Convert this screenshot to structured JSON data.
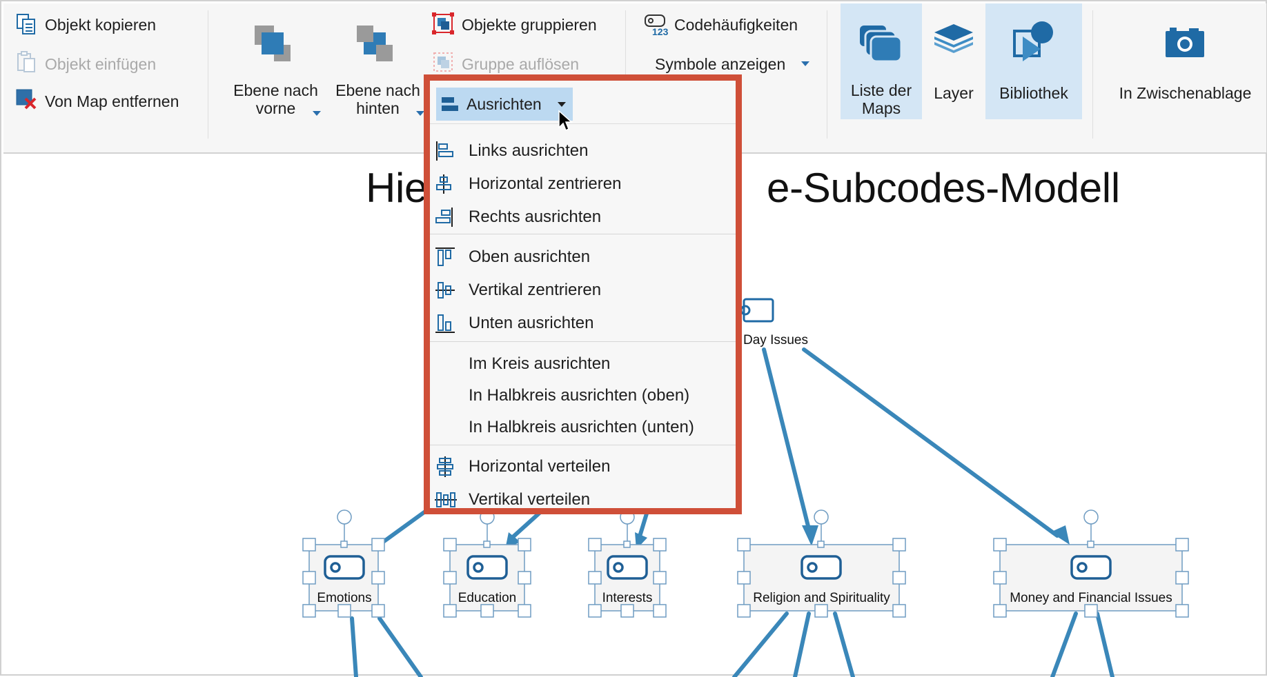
{
  "ribbon": {
    "clipboard": {
      "copy": "Objekt kopieren",
      "paste": "Objekt einfügen",
      "remove": "Von Map entfernen"
    },
    "arrange": {
      "forward_line1": "Ebene nach",
      "forward_line2": "vorne",
      "backward_line1": "Ebene nach",
      "backward_line2": "hinten",
      "group": "Objekte gruppieren",
      "ungroup": "Gruppe auflösen"
    },
    "view": {
      "code_frequencies": "Codehäufigkeiten",
      "show_symbols": "Symbole anzeigen"
    },
    "panels": {
      "maps_line1": "Liste der",
      "maps_line2": "Maps",
      "layer": "Layer",
      "library": "Bibliothek"
    },
    "export": {
      "clipboard": "In Zwischenablage"
    }
  },
  "map": {
    "title_left": "Hie",
    "title_right": "e-Subcodes-Modell",
    "top_node_label": "Day Issues",
    "nodes": [
      "Emotions",
      "Education",
      "Interests",
      "Religion and Spirituality",
      "Money and Financial Issues"
    ]
  },
  "align_menu": {
    "button_label": "Ausrichten",
    "items": [
      "Links ausrichten",
      "Horizontal zentrieren",
      "Rechts ausrichten",
      "Oben ausrichten",
      "Vertikal zentrieren",
      "Unten ausrichten",
      "Im Kreis ausrichten",
      "In Halbkreis ausrichten (oben)",
      "In Halbkreis ausrichten (unten)",
      "Horizontal verteilen",
      "Vertikal verteilen"
    ]
  },
  "colors": {
    "accent_blue": "#1f6aa5",
    "connector_blue": "#3a87b9",
    "highlight": "#d4e6f5",
    "menu_border": "#cf4f38"
  }
}
